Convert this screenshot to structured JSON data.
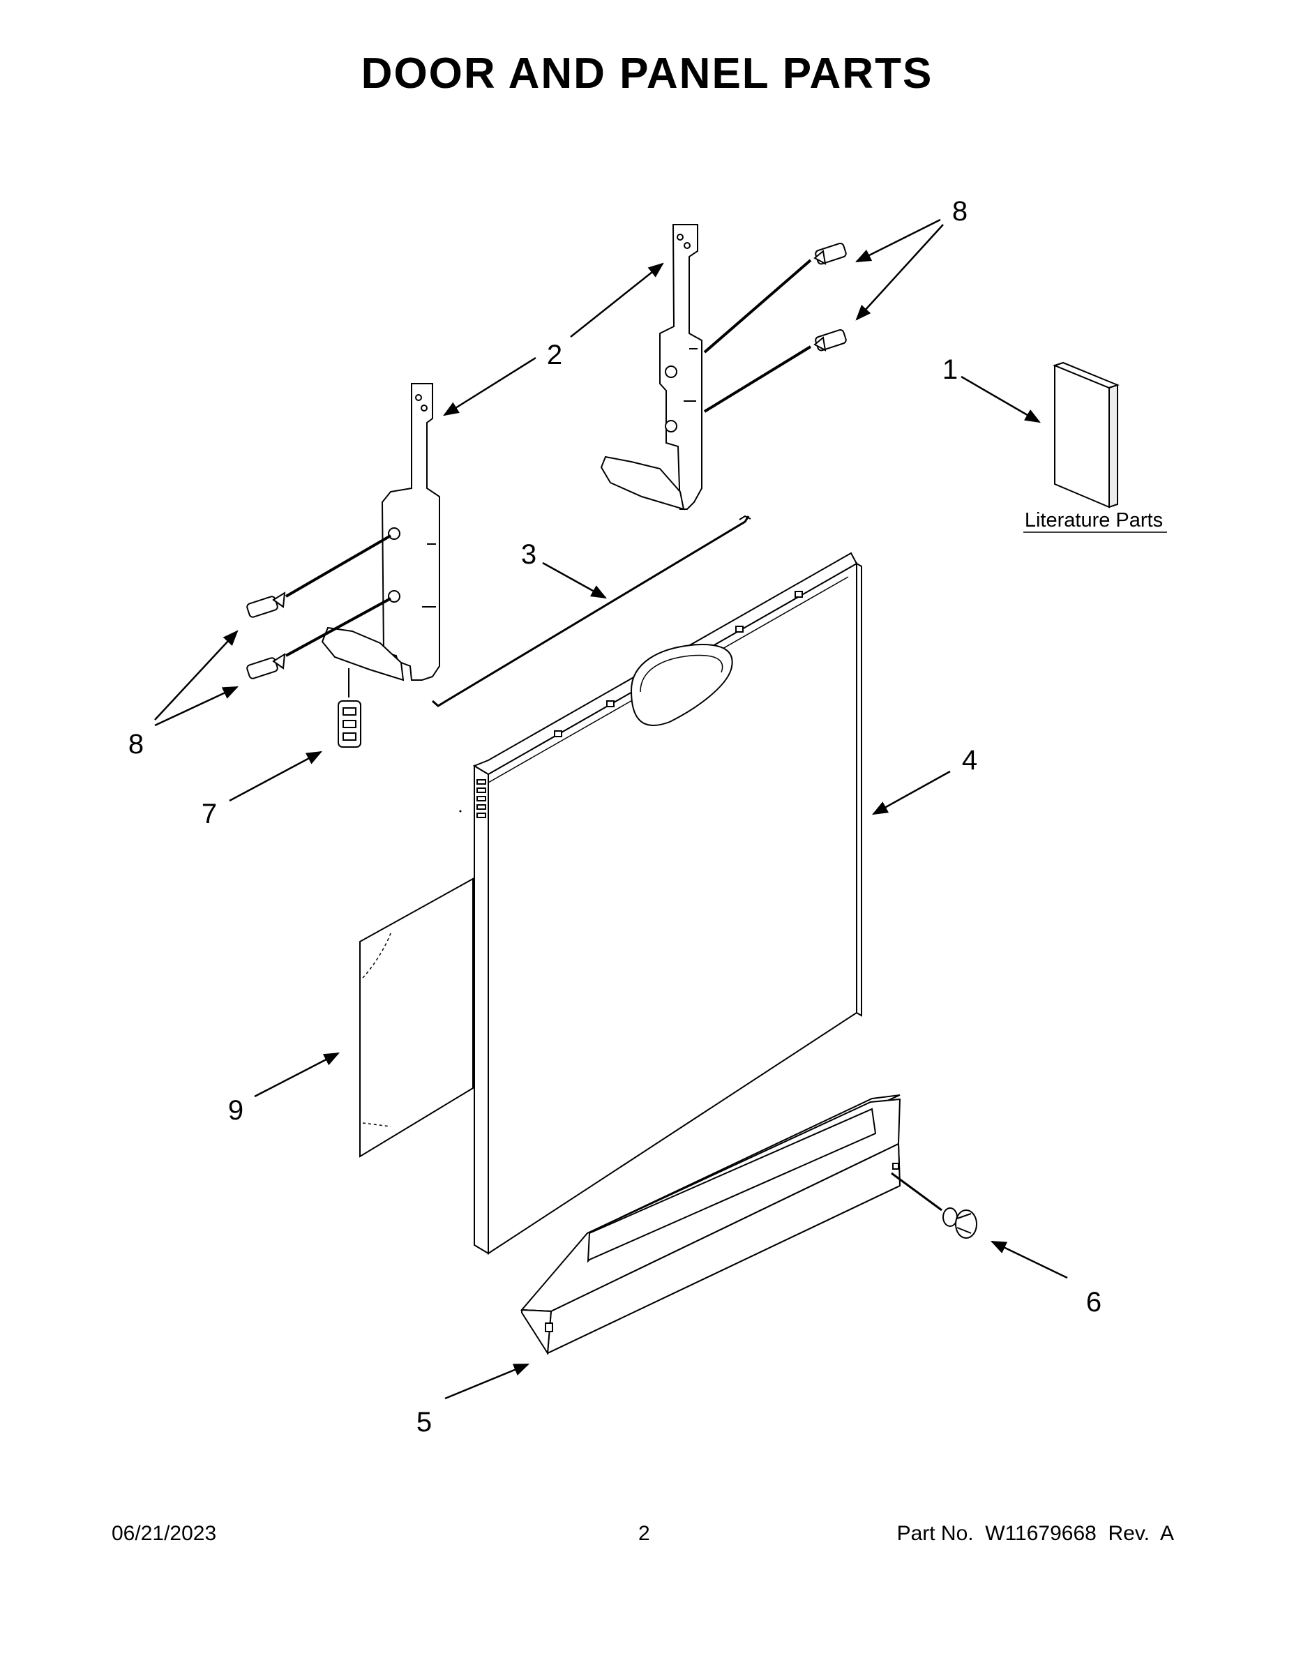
{
  "title": "DOOR AND PANEL PARTS",
  "literature_label": "Literature Parts",
  "callouts": {
    "c1": "1",
    "c2": "2",
    "c3": "3",
    "c4": "4",
    "c5": "5",
    "c6": "6",
    "c7": "7",
    "c8_top": "8",
    "c8_left": "8",
    "c9": "9"
  },
  "parts": [
    {
      "id": "1",
      "name": "Literature Parts"
    }
  ],
  "footer": {
    "date": "06/21/2023",
    "page": "2",
    "part_no": "Part No.  W11679668  Rev.  A"
  }
}
